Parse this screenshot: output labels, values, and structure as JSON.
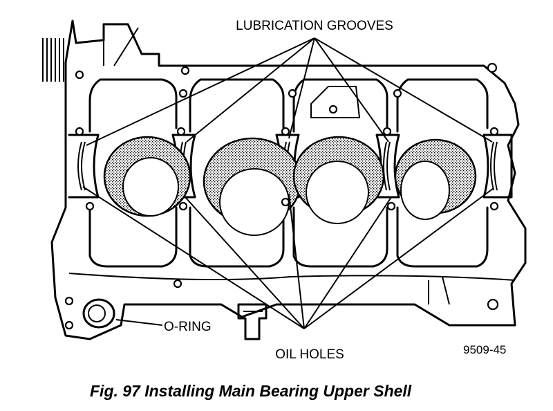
{
  "labels": {
    "top": "LUBRICATION GROOVES",
    "bottom": "OIL HOLES",
    "oring": "O-RING",
    "figure_number": "9509-45"
  },
  "caption": "Fig. 97 Installing Main Bearing Upper Shell"
}
